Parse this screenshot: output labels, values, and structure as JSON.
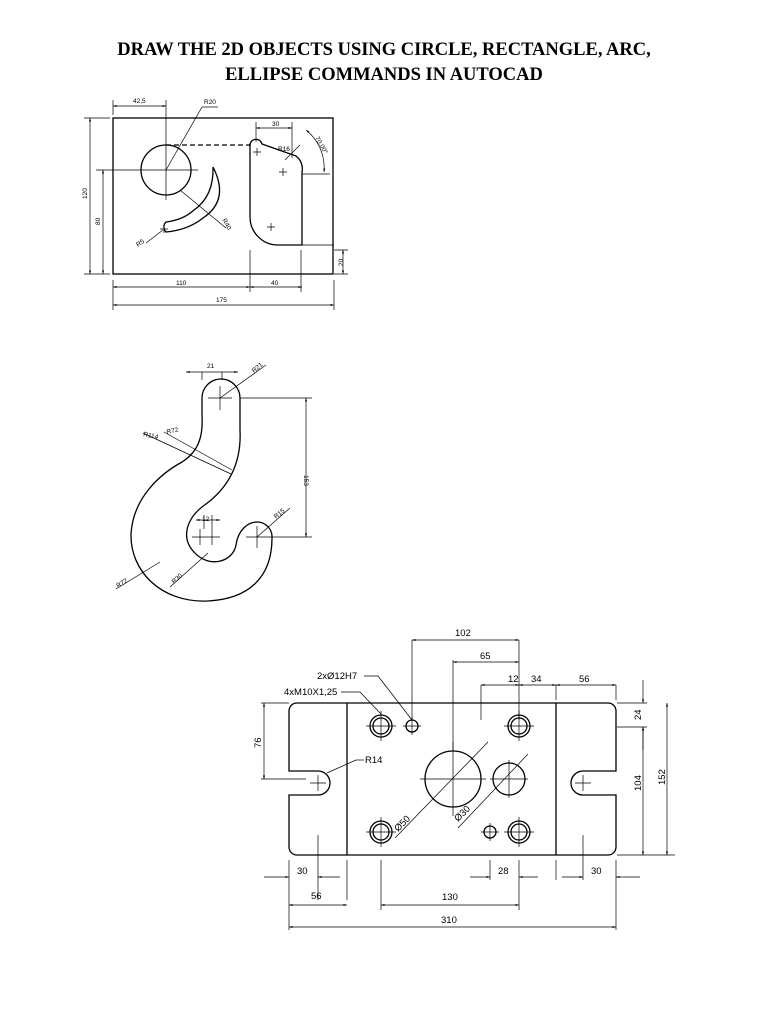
{
  "title": {
    "line1": "DRAW THE 2D OBJECTS USING CIRCLE, RECTANGLE, ARC,",
    "line2": "ELLIPSE COMMANDS IN AUTOCAD"
  },
  "drawing1": {
    "dims": {
      "d42_5": "42,5",
      "r20": "R20",
      "d30": "30",
      "ang": "70,00°",
      "r16": "R16",
      "d120": "120",
      "d80": "80",
      "r40": "R40",
      "r5": "R5",
      "d20": "20",
      "d110": "110",
      "d40": "40",
      "d175": "175"
    }
  },
  "drawing2": {
    "dims": {
      "d21": "21",
      "r21": "R21",
      "r72a": "R72",
      "r114": "R114",
      "d153": "153",
      "d12": "12",
      "r15": "R15",
      "r30": "R30",
      "r72b": "R72"
    }
  },
  "drawing3": {
    "dims": {
      "d102": "102",
      "d65": "65",
      "holes": "2xØ12H7",
      "threads": "4xM10X1,25",
      "d12": "12",
      "d34": "34",
      "d56t": "56",
      "d24": "24",
      "d76": "76",
      "r14": "R14",
      "d104": "104",
      "d152": "152",
      "phi50": "Ø50",
      "phi30": "Ø30",
      "d30l": "30",
      "d28": "28",
      "d30r": "30",
      "d56b": "56",
      "d130": "130",
      "d310": "310"
    }
  }
}
